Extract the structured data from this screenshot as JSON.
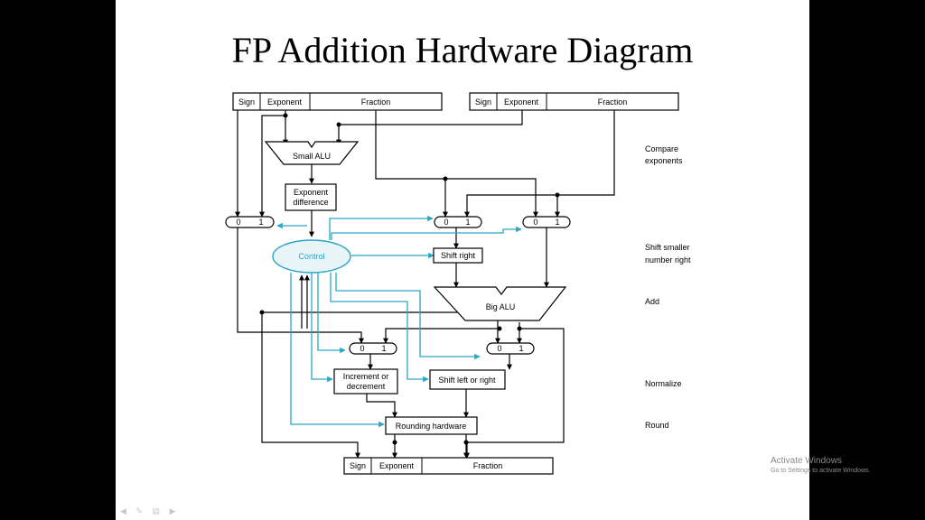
{
  "slide": {
    "title": "FP Addition Hardware Diagram"
  },
  "colors": {
    "black_line": "#000000",
    "control_blue": "#2aa7c5",
    "control_fill": "#e7f4f8"
  },
  "diagram": {
    "input_a": {
      "sign": "Sign",
      "exponent": "Exponent",
      "fraction": "Fraction"
    },
    "input_b": {
      "sign": "Sign",
      "exponent": "Exponent",
      "fraction": "Fraction"
    },
    "output": {
      "sign": "Sign",
      "exponent": "Exponent",
      "fraction": "Fraction"
    },
    "small_alu": "Small ALU",
    "exp_diff": [
      "Exponent",
      "difference"
    ],
    "control": "Control",
    "shift_right": "Shift right",
    "big_alu": "Big ALU",
    "increment": [
      "Increment or",
      "decrement"
    ],
    "shift_lr": "Shift left or right",
    "rounding": "Rounding hardware",
    "mux_zero": "0",
    "mux_one": "1",
    "steps": {
      "compare": [
        "Compare",
        "exponents"
      ],
      "shift": [
        "Shift smaller",
        "number right"
      ],
      "add": "Add",
      "normalize": "Normalize",
      "round": "Round"
    }
  },
  "watermark": {
    "line1": "Activate Windows",
    "line2": "Go to Settings to activate Windows."
  },
  "slide_controls": "◀ ✎ ▤ ▶"
}
